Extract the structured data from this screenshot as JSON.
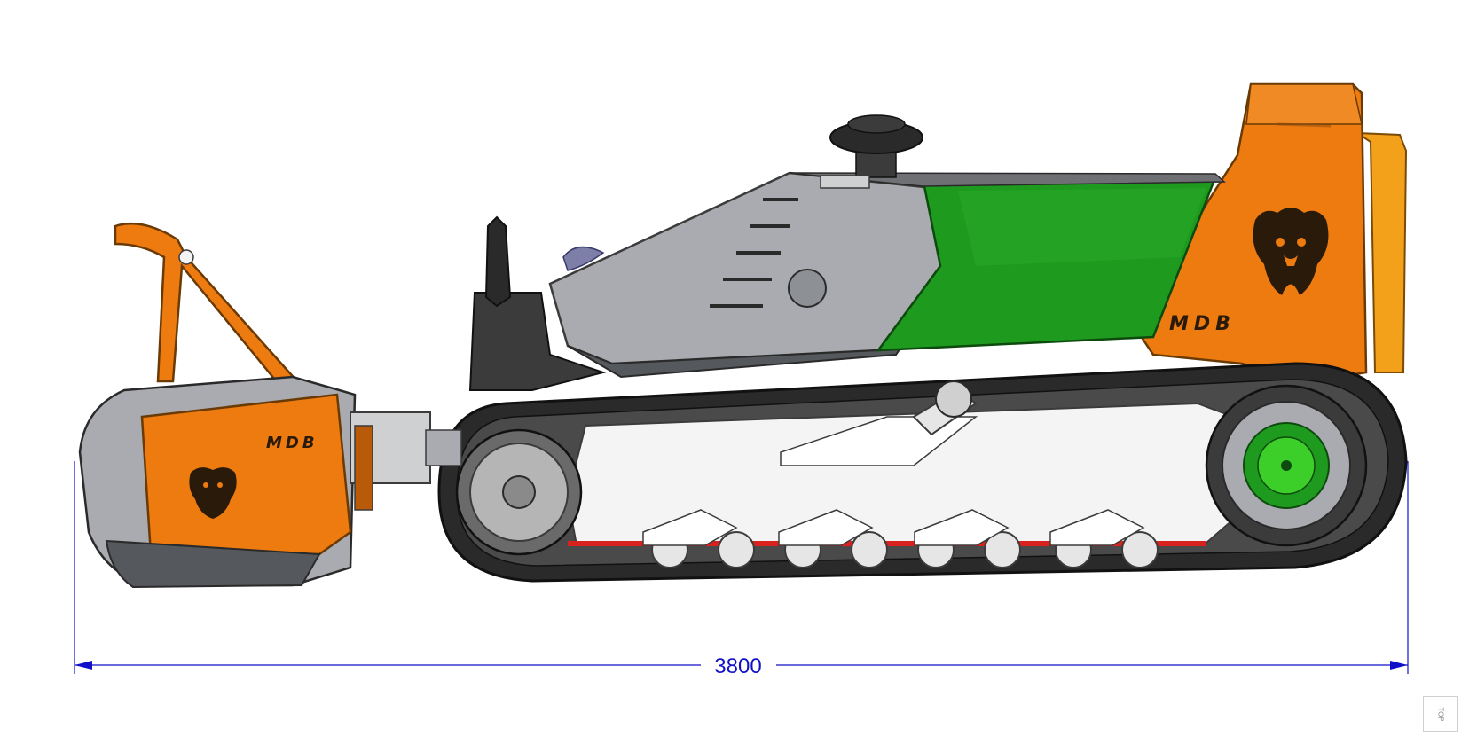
{
  "dimension": {
    "label": "3800"
  },
  "colors": {
    "orange": "#ee7b10",
    "orange_dark": "#b85a08",
    "amber": "#f3a11a",
    "green": "#1e9a1e",
    "green_bright": "#3ccf2a",
    "steel_gray": "#a9abb0",
    "dark_gray": "#3b3b3b",
    "track_black": "#2a2a2a",
    "white_frame": "#f4f4f4",
    "red_accent": "#d8221e",
    "dimension_blue": "#1010c8"
  },
  "brand": {
    "logo_text": "MDB"
  },
  "icons": {
    "mulcher_bear": "bear-logo-icon",
    "cab_bear": "bear-logo-icon"
  },
  "top_button": {
    "label": "TOP"
  }
}
